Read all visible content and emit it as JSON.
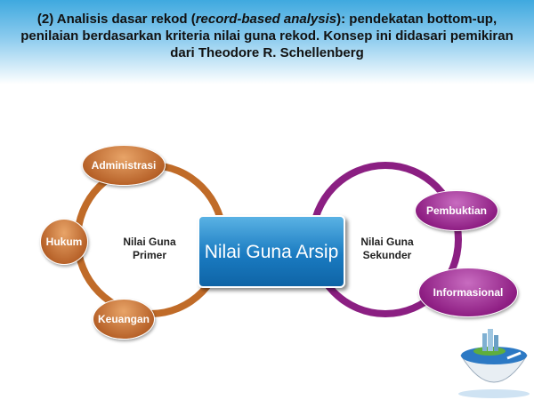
{
  "slide": {
    "title_prefix": "(2) Analisis dasar rekod (",
    "title_italic": "record-based analysis",
    "title_suffix": "): pendekatan bottom-up, penilaian berdasarkan kriteria nilai guna rekod. Konsep ini didasari pemikiran dari Theodore R. Schellenberg",
    "center": "Nilai Guna Arsip",
    "primary": {
      "label": "Nilai Guna Primer",
      "nodes": [
        "Administrasi",
        "Hukum",
        "Keuangan"
      ],
      "color": "#c06b28"
    },
    "secondary": {
      "label": "Nilai Guna Sekunder",
      "nodes": [
        "Pembuktian",
        "Informasional"
      ],
      "color": "#8b1f82"
    }
  }
}
